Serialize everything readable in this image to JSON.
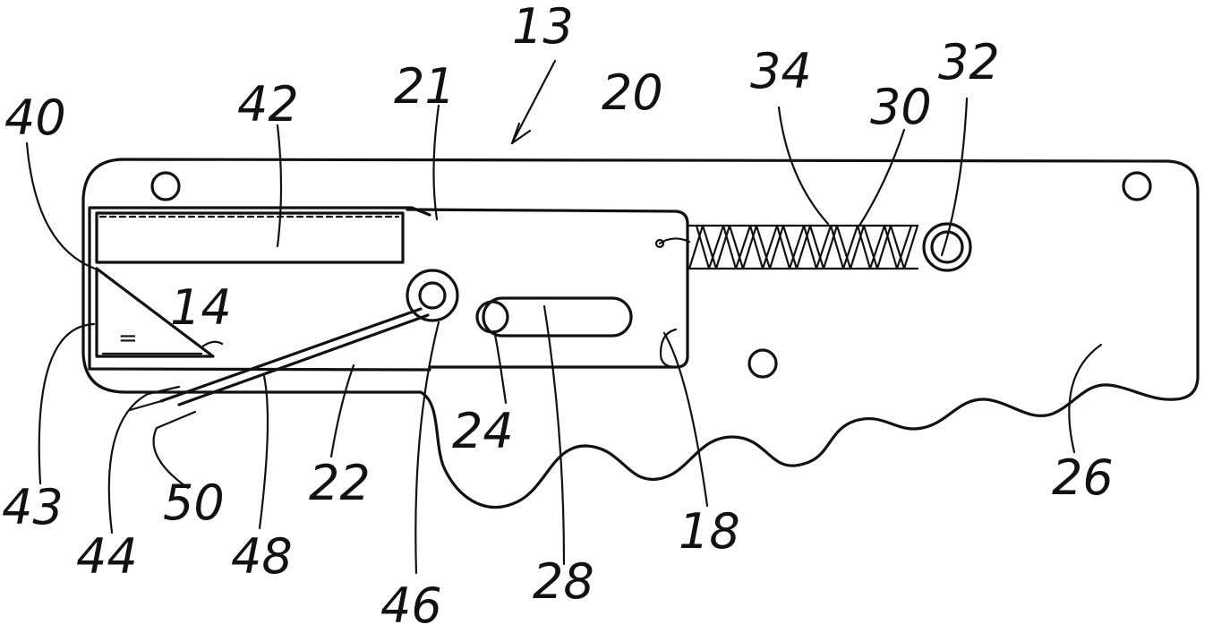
{
  "figure": {
    "labels": {
      "l13": "13",
      "l21": "21",
      "l20": "20",
      "l34": "34",
      "l30": "30",
      "l32": "32",
      "l40": "40",
      "l42": "42",
      "l14": "14",
      "l43": "43",
      "l44": "44",
      "l50": "50",
      "l48": "48",
      "l22": "22",
      "l24": "24",
      "l46": "46",
      "l28": "28",
      "l18": "18",
      "l26": "26"
    },
    "marking": "="
  }
}
